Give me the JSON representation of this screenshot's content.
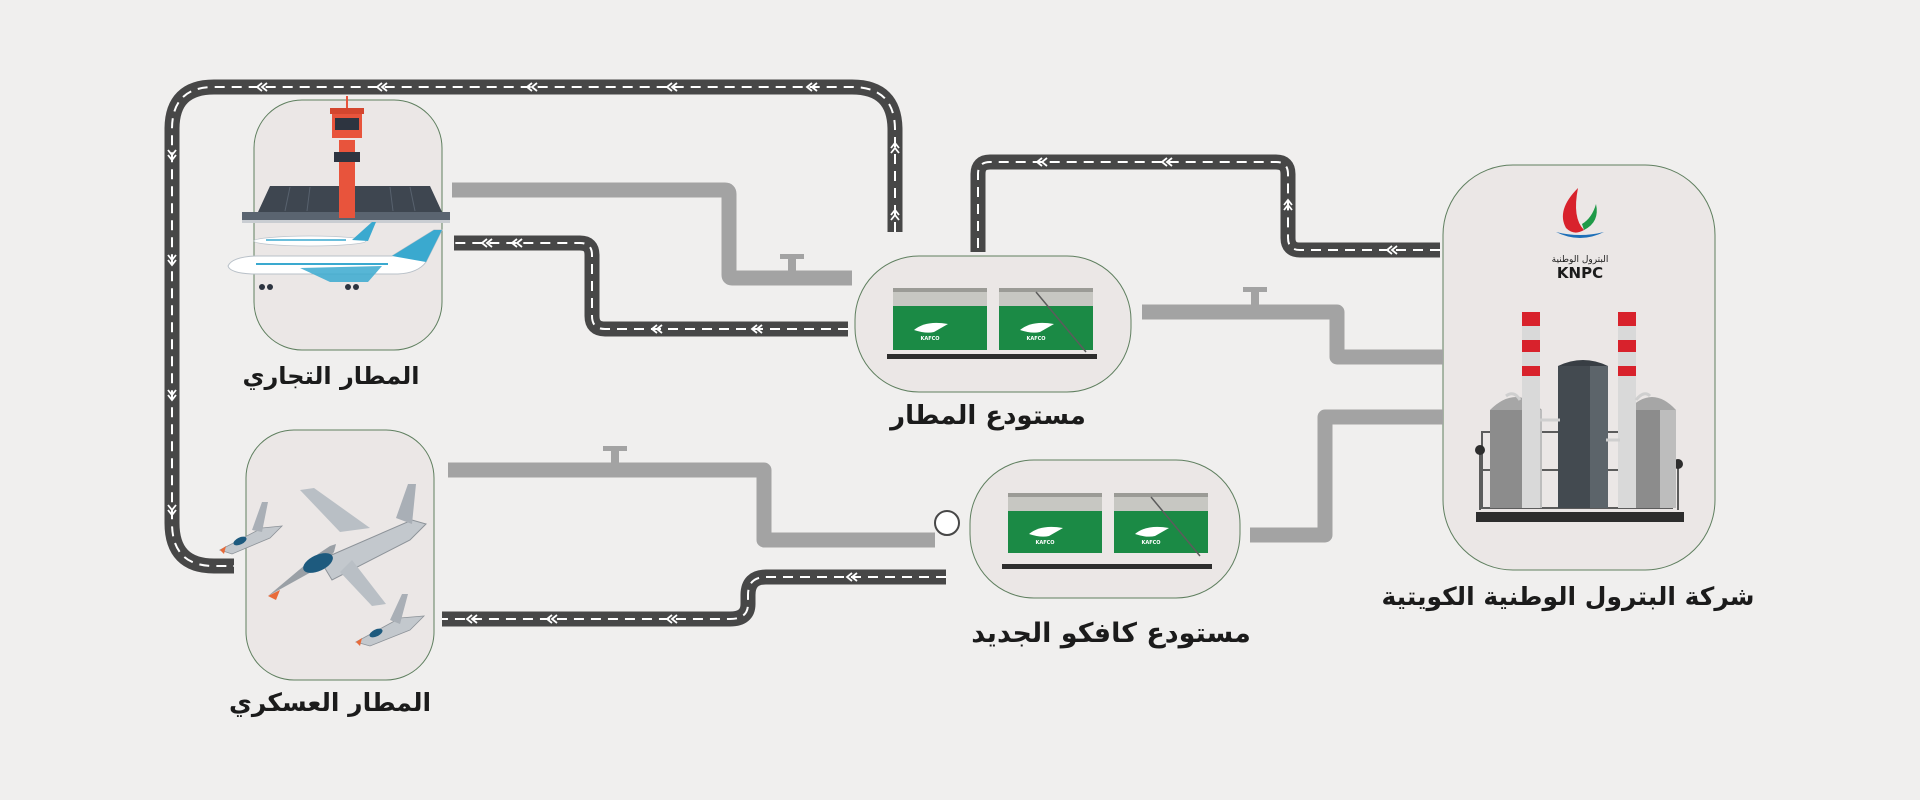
{
  "nodes": {
    "commercial_airport": {
      "label": "المطار التجاري"
    },
    "military_airport": {
      "label": "المطار العسكري"
    },
    "airport_depot": {
      "label": "مستودع المطار"
    },
    "kafco_depot": {
      "label": "مستودع كافكو الجديد"
    },
    "knpc": {
      "label": "شركة البترول الوطنية الكويتية",
      "logo_arabic": "البترول الوطنية",
      "logo_text": "KNPC"
    }
  },
  "tank_logo_text": "KAFCO",
  "colors": {
    "background": "#f0efee",
    "road": "#474747",
    "road_marking": "#ffffff",
    "pipe": "#a3a3a3",
    "tank_green": "#1b8a45",
    "tower_orange": "#e8543c",
    "plane_blue": "#3aa9cf",
    "knpc_red": "#d8222c",
    "knpc_green": "#1f9a48",
    "knpc_blue": "#1d6fb8"
  },
  "icons": [
    "control-tower-icon",
    "passenger-plane-icon",
    "fighter-jet-icon",
    "storage-tank-icon",
    "refinery-icon",
    "valve-icon",
    "knpc-logo-icon"
  ]
}
